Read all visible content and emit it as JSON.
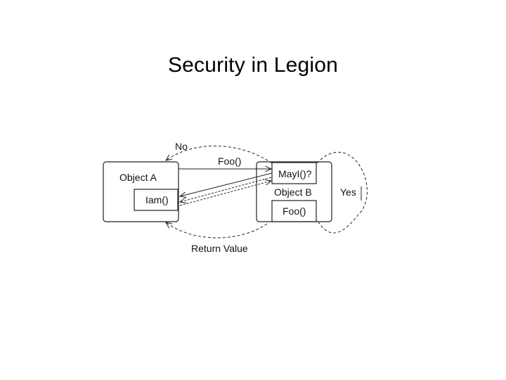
{
  "slide": {
    "title": "Security in Legion"
  },
  "diagram": {
    "object_a": {
      "label": "Object A",
      "method": "Iam()"
    },
    "object_b": {
      "label": "Object B",
      "check_method": "MayI()?",
      "method": "Foo()"
    },
    "edges": {
      "call": "Foo()",
      "denied": "No",
      "allowed": "Yes",
      "result": "Return Value"
    }
  }
}
